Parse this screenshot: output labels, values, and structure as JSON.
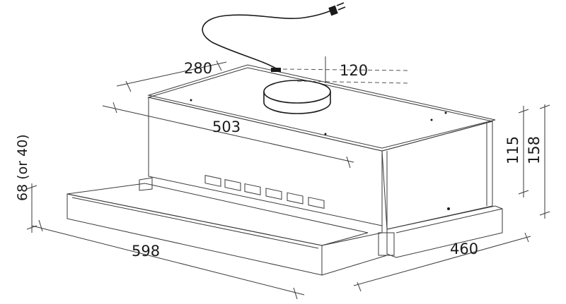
{
  "dimensions": {
    "depth_top": "280",
    "duct_diameter": "120",
    "body_width": "503",
    "total_width": "598",
    "total_depth": "460",
    "body_height": "115",
    "total_height": "158",
    "visor_height": "68 (or 40)"
  }
}
